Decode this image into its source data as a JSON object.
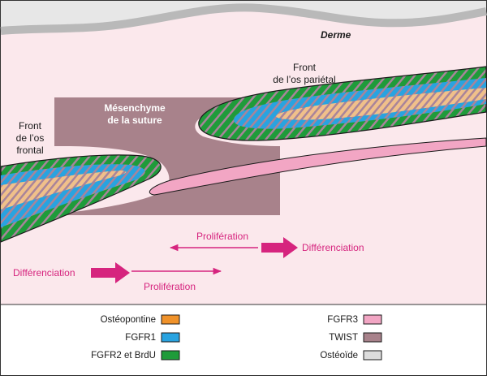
{
  "diagram": {
    "derme": "Derme",
    "front_parietal": [
      "Front",
      "de l’os pariétal"
    ],
    "front_frontal": [
      "Front",
      "de l’os",
      "frontal"
    ],
    "mesenchyme": [
      "Mésenchyme",
      "de la suture"
    ],
    "proliferation_top": "Prolifération",
    "differenciation_top": "Différenciation",
    "differenciation_bottom": "Différenciation",
    "proliferation_bottom": "Prolifération"
  },
  "legend": {
    "left": [
      {
        "label": "Ostéopontine",
        "color": "#f0922a"
      },
      {
        "label": "FGFR1",
        "color": "#29a3e0"
      },
      {
        "label": "FGFR2 et BrdU",
        "color": "#1f9b3a"
      }
    ],
    "right": [
      {
        "label": "FGFR3",
        "color": "#f2a6c4"
      },
      {
        "label": "TWIST",
        "color": "#a8828b"
      },
      {
        "label": "Ostéoïde",
        "color": "#dcdcdc"
      }
    ]
  },
  "colors": {
    "background": "#fbe8ec",
    "mesenchyme": "#a8828b",
    "arrow": "#d6247e"
  }
}
